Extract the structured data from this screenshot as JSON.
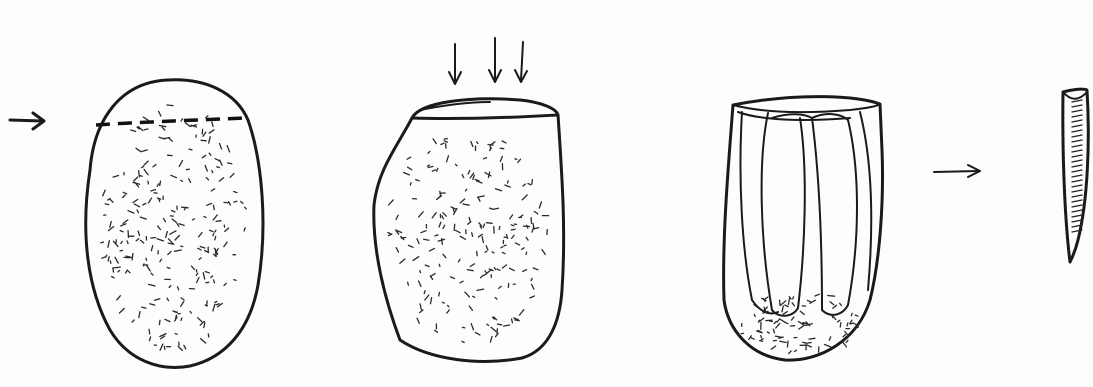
{
  "figure": {
    "panels": [
      {
        "name": "nodule"
      },
      {
        "name": "prepared-core"
      },
      {
        "name": "blade-core"
      },
      {
        "name": "blade"
      }
    ],
    "ink_color": "#1a1a1a",
    "background_color": "#ffffff"
  }
}
